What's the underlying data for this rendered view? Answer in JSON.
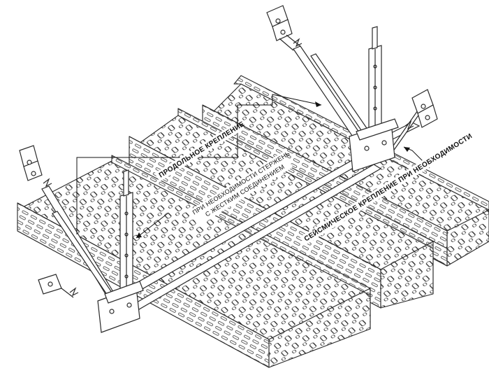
{
  "labels": {
    "longitudinal": "ПРОДОЛЬНОЕ КРЕПЛЕНИЕ",
    "rod_line1": "ПРИ НЕОБХОДИМОСТИ СТЕРЖЕНЬ",
    "rod_line2": "С ЖЕСТКИМ СОЕДИНЕНИЕМ",
    "seismic": "СЕЙСМИЧЕСКОЕ КРЕПЛЕНИЕ ПРИ НЕОБХОДИМОСТИ"
  },
  "colors": {
    "line": "#2a2a2a",
    "fill": "#ffffff",
    "perforation": "#3a3a3a"
  }
}
